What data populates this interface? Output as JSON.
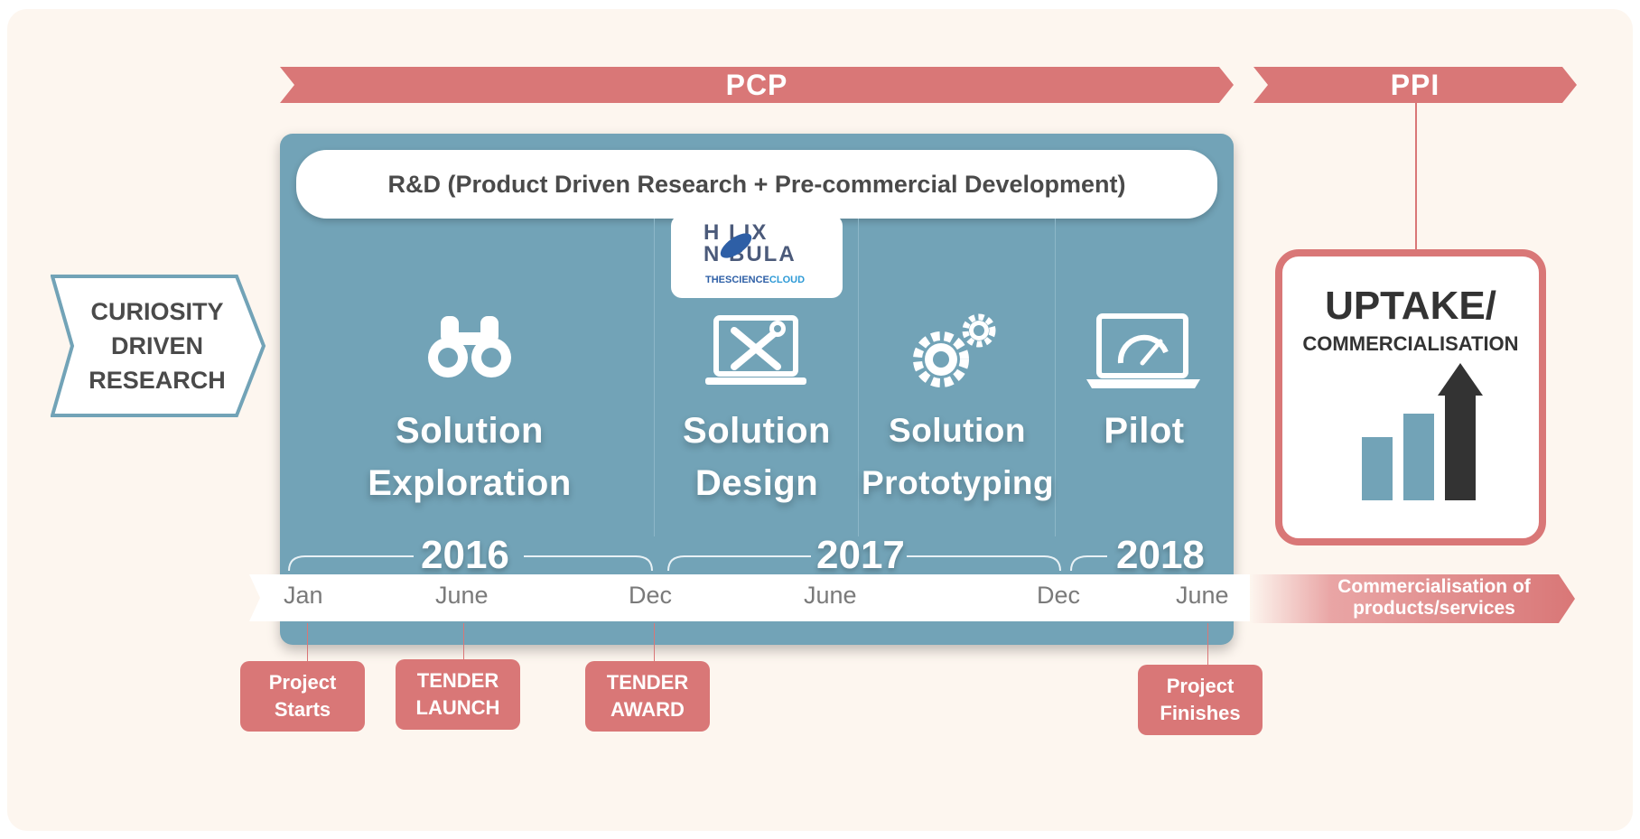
{
  "phases": {
    "pcp": "PCP",
    "ppi": "PPI"
  },
  "curiosity": [
    "CURIOSITY",
    "DRIVEN",
    "RESEARCH"
  ],
  "rd_label": "R&D (Product Driven Research + Pre-commercial Development)",
  "logo": {
    "line1": "H LIX",
    "line2": "N BULA",
    "tagline_a": "THESCIENCE",
    "tagline_b": "CLOUD"
  },
  "stages": [
    {
      "line1": "Solution",
      "line2": "Exploration",
      "icon": "binoculars-icon"
    },
    {
      "line1": "Solution",
      "line2": "Design",
      "icon": "laptop-tools-icon"
    },
    {
      "line1": "Solution",
      "line2": "Prototyping",
      "icon": "gears-icon"
    },
    {
      "line1": "Pilot",
      "line2": "",
      "icon": "laptop-gauge-icon"
    }
  ],
  "years": [
    "2016",
    "2017",
    "2018"
  ],
  "months": [
    "Jan",
    "June",
    "Dec",
    "June",
    "Dec",
    "June"
  ],
  "commercialisation": [
    "Commercialisation of",
    "products/services"
  ],
  "uptake": {
    "title": "UPTAKE/",
    "subtitle": "COMMERCIALISATION",
    "icon": "growth-chart-icon"
  },
  "milestones": [
    {
      "line1": "Project",
      "line2": "Starts"
    },
    {
      "line1": "TENDER",
      "line2": "LAUNCH"
    },
    {
      "line1": "TENDER",
      "line2": "AWARD"
    },
    {
      "line1": "Project",
      "line2": "Finishes"
    }
  ],
  "colors": {
    "accent": "#d97777",
    "panel": "#72a3b7",
    "background": "#fdf6ef",
    "dark": "#333333"
  }
}
